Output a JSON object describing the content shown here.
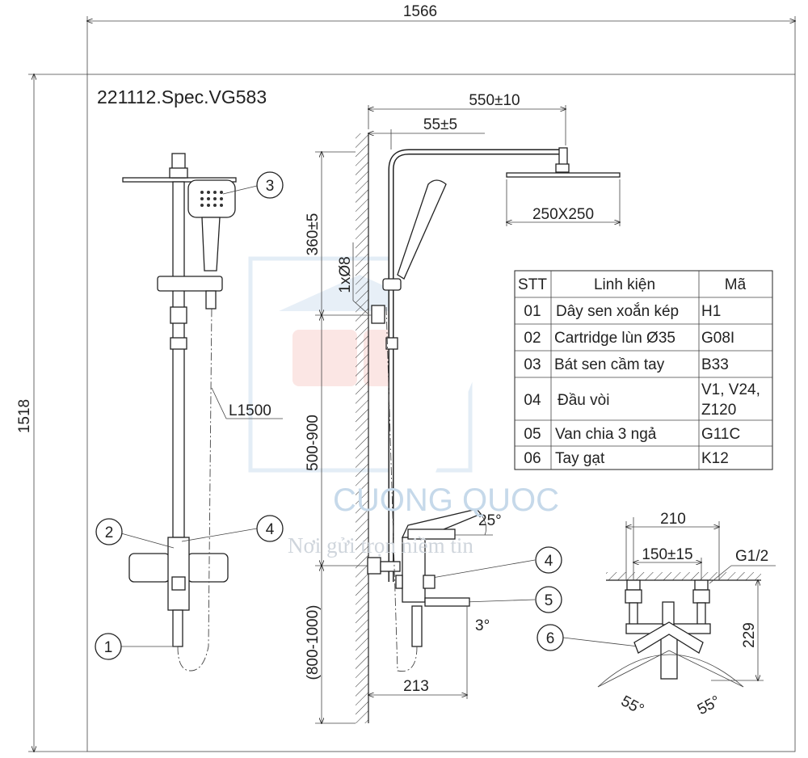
{
  "title": "221112.Spec.VG583",
  "dimensions": {
    "overall_width": "1566",
    "overall_height": "1518",
    "arm_length": "550±10",
    "wall_offset": "55±5",
    "head_size": "250X250",
    "upper_height": "360±5",
    "inlet": "1xØ8",
    "rail_height": "500-900",
    "mixer_height": "(800-1000)",
    "spout_reach": "213",
    "lever_angle": "25°",
    "spout_angle": "3°",
    "hose_length": "L1500",
    "mixer_width": "210",
    "inlet_spacing": "150±15",
    "thread": "G1/2",
    "mixer_depth": "229",
    "rotation_left": "55°",
    "rotation_right": "55°"
  },
  "callouts": [
    "1",
    "2",
    "3",
    "4",
    "5",
    "6"
  ],
  "parts_table": {
    "headers": [
      "STT",
      "Linh kiện",
      "Mã"
    ],
    "rows": [
      {
        "no": "01",
        "name": "Dây sen xoắn kép",
        "code": "H1"
      },
      {
        "no": "02",
        "name": "Cartridge lùn Ø35",
        "code": "G08I"
      },
      {
        "no": "03",
        "name": "Bát sen cầm tay",
        "code": "B33"
      },
      {
        "no": "04",
        "name": "Đầu vòi",
        "code": "V1, V24,",
        "code2": "Z120"
      },
      {
        "no": "05",
        "name": "Van chia 3 ngả",
        "code": "G11C"
      },
      {
        "no": "06",
        "name": "Tay gạt",
        "code": "K12"
      }
    ]
  },
  "watermark": {
    "brand": "CUONG QUOC",
    "slogan": "Nơi gửi trọn niềm tin"
  }
}
